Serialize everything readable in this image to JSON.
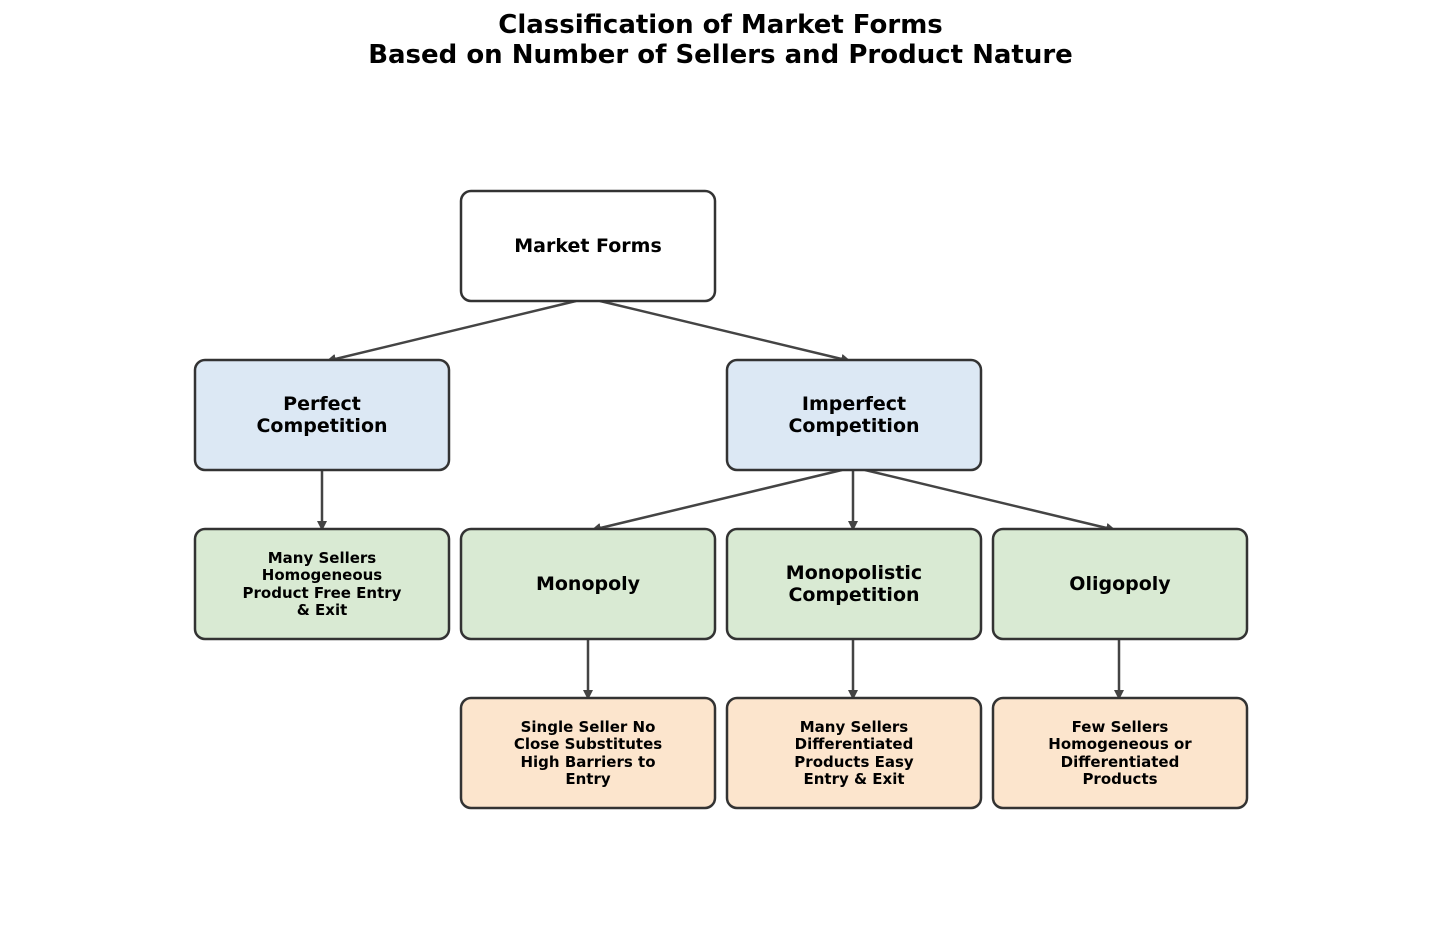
{
  "title": {
    "line1": "Classification of Market Forms",
    "line2": "Based on Number of Sellers and Product Nature"
  },
  "colors": {
    "root_fill": "#ffffff",
    "level1_fill": "#dce8f4",
    "level2_fill": "#d9ead3",
    "level3_fill": "#fce5cd",
    "border": "#333333",
    "arrow": "#444444"
  },
  "nodes": {
    "market_forms": {
      "line1": "Market Forms"
    },
    "perfect_competition": {
      "line1": "Perfect",
      "line2": "Competition"
    },
    "imperfect_competition": {
      "line1": "Imperfect",
      "line2": "Competition"
    },
    "perfect_features": {
      "line1": "Many Sellers",
      "line2": "Homogeneous",
      "line3": "Product Free Entry",
      "line4": "& Exit"
    },
    "monopoly": {
      "line1": "Monopoly"
    },
    "monopolistic_competition": {
      "line1": "Monopolistic",
      "line2": "Competition"
    },
    "oligopoly": {
      "line1": "Oligopoly"
    },
    "monopoly_features": {
      "line1": "Single Seller No",
      "line2": "Close Substitutes",
      "line3": "High Barriers to",
      "line4": "Entry"
    },
    "monopolistic_features": {
      "line1": "Many Sellers",
      "line2": "Differentiated",
      "line3": "Products Easy",
      "line4": "Entry & Exit"
    },
    "oligopoly_features": {
      "line1": "Few Sellers",
      "line2": "Homogeneous or",
      "line3": "Differentiated",
      "line4": "Products"
    }
  }
}
